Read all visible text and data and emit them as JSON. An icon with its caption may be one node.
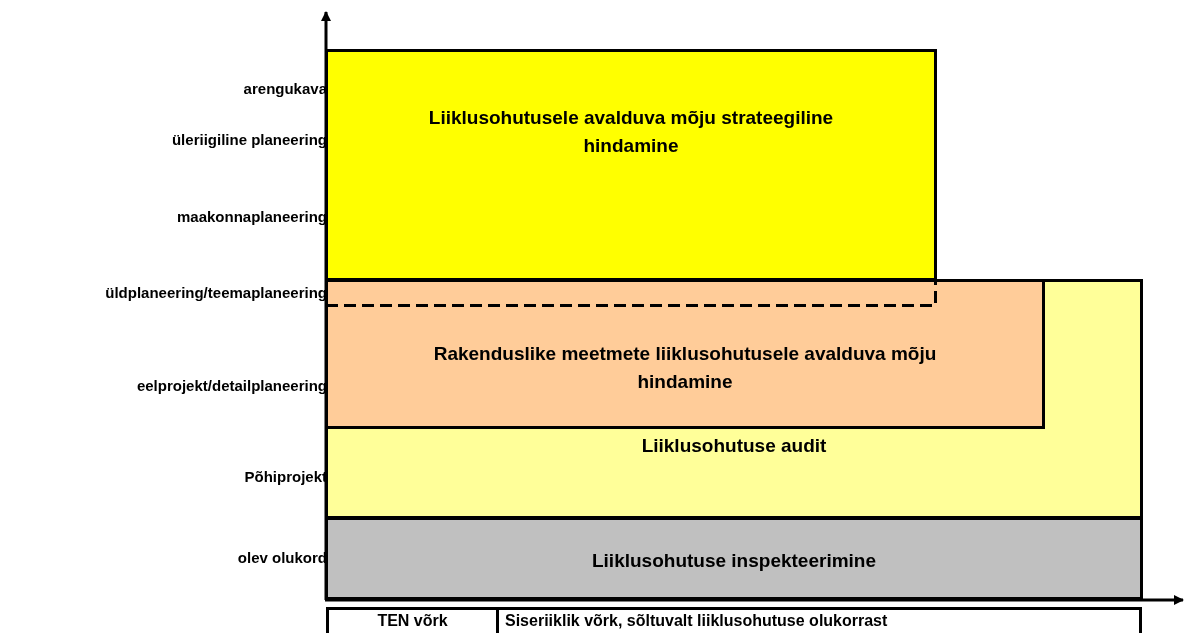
{
  "diagram": {
    "nodes": [
      {
        "text": [
          "Liiklusohutusele avalduva mõju strateegiline hindamine"
        ]
      },
      {
        "text": [
          "Liiklusohutuse audit"
        ]
      },
      {
        "text": [
          "Rakenduslike meetmete liiklusohutusele avalduva mõju hindamine"
        ],
        "in": 1
      },
      {
        "text": [
          "Liiklusohutuse inspekteerimine"
        ]
      }
    ],
    "edges": [],
    "labels": [
      "arengukava",
      "üleriigiline planeering",
      "maakonnaplaneering",
      "üldplaneering/teemaplaneering",
      "eelprojekt/detailplaneering",
      "Põhiprojekt",
      "olev olukord",
      "TEN võrk",
      "Siseriiklik võrk, sõltuvalt liiklusohutuse olukorrast"
    ]
  }
}
